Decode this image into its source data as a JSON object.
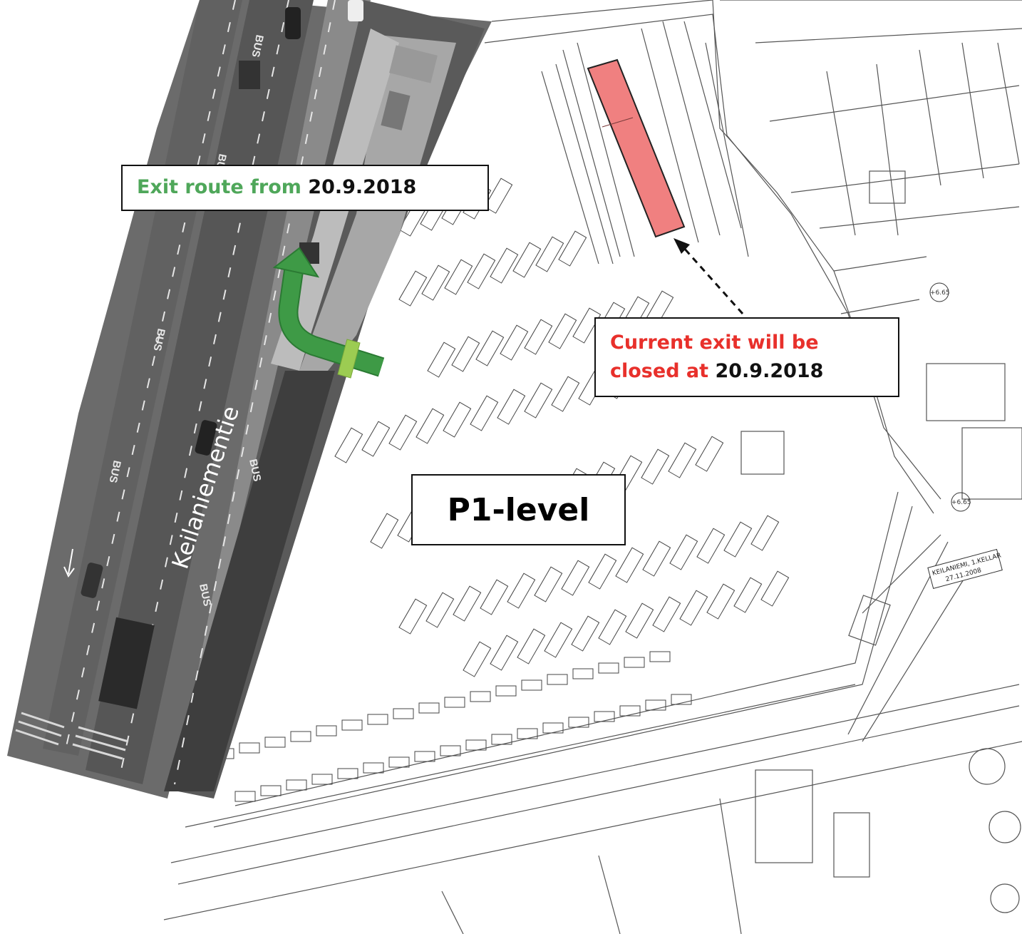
{
  "labels": {
    "exit_route_prefix": "Exit route from",
    "exit_route_date": "20.9.2018",
    "current_exit_line1": "Current exit will be",
    "current_exit_line2_prefix": "closed at",
    "current_exit_date": "20.9.2018",
    "level": "P1-level"
  },
  "road": {
    "name": "Keilaniementie",
    "bus_markings": [
      "BUS",
      "BUS",
      "BUS",
      "BUS",
      "BUS",
      "BUS"
    ]
  },
  "plan_stamp": {
    "title": "KEILANIEMI, 1.KELLAR",
    "date": "27.11.2008"
  },
  "elevation_marks": [
    "+6.65",
    "+6.65"
  ],
  "colors": {
    "new_exit_arrow": "#3e9a46",
    "new_exit_gate": "#9ccc52",
    "closed_exit_fill": "#f08080",
    "green_text": "#4fa75a",
    "red_text": "#e8302b"
  }
}
